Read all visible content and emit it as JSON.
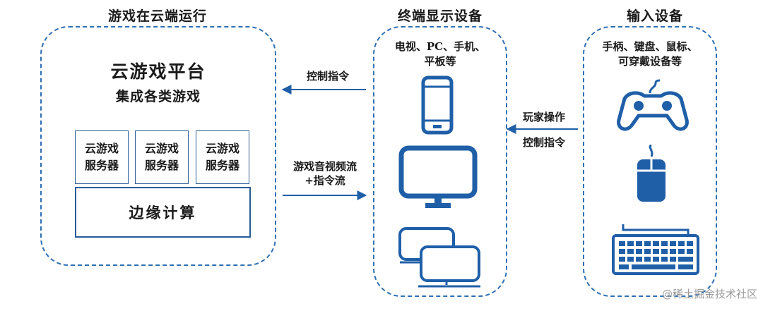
{
  "left": {
    "title": "游戏在云端运行",
    "platform_title": "云游戏平台",
    "platform_subtitle": "集成各类游戏",
    "servers": [
      {
        "line1": "云游戏",
        "line2": "服务器"
      },
      {
        "line1": "云游戏",
        "line2": "服务器"
      },
      {
        "line1": "云游戏",
        "line2": "服务器"
      }
    ],
    "edge": "边缘计算"
  },
  "middle": {
    "title": "终端显示设备",
    "line1": "电视、PC、手机、",
    "line2": "平板等"
  },
  "right": {
    "title": "输入设备",
    "line1": "手柄、键盘、鼠标、",
    "line2": "可穿戴设备等"
  },
  "arrows": {
    "control_to_left": "控制指令",
    "stream_line1": "游戏音视频流",
    "stream_line2": "+指令流",
    "player_op": "玩家操作",
    "control_to_mid": "控制指令"
  },
  "icons": [
    "phone-icon",
    "monitor-icon",
    "dual-monitor-icon",
    "gamepad-icon",
    "mouse-icon",
    "keyboard-icon"
  ],
  "colors": {
    "accent": "#1f5fa8",
    "border": "#2f6fb3"
  },
  "watermark": "@稀土掘金技术社区"
}
